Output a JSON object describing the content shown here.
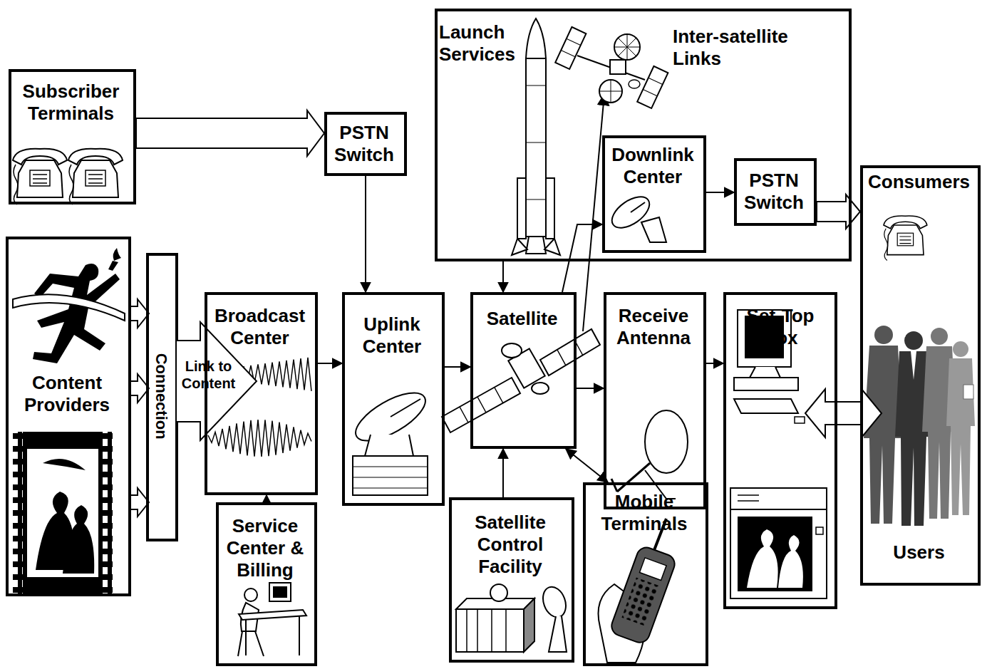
{
  "diagram": {
    "nodes": [
      {
        "text": [
          "Subscriber Terminals"
        ]
      },
      {
        "text": [
          "PSTN Switch"
        ]
      },
      {
        "text": [
          "Launch Services",
          "Inter-satellite Links"
        ]
      },
      {
        "text": [
          "Downlink Center"
        ],
        "in": 2
      },
      {
        "text": [
          "PSTN Switch"
        ],
        "in": 2
      },
      {
        "text": [
          "Consumers",
          "Users"
        ]
      },
      {
        "text": [
          "Content Providers"
        ]
      },
      {
        "text": [
          "Connection"
        ]
      },
      {
        "text": [
          "Link to Content"
        ]
      },
      {
        "text": [
          "Broadcast Center"
        ]
      },
      {
        "text": [
          "Service Center & Billing"
        ]
      },
      {
        "text": [
          "Uplink Center"
        ]
      },
      {
        "text": [
          "Satellite"
        ]
      },
      {
        "text": [
          "Satellite Control Facility"
        ]
      },
      {
        "text": [
          "Receive Antenna"
        ]
      },
      {
        "text": [
          "Mobile Terminals"
        ]
      },
      {
        "text": [
          "Set-Top Box"
        ]
      }
    ],
    "edges": [
      {
        "from": 0,
        "to": 1,
        "arrow": "to"
      },
      {
        "from": 1,
        "to": 11,
        "arrow": "to"
      },
      {
        "from": 6,
        "to": 7,
        "arrow": "to"
      },
      {
        "from": 10,
        "to": 9,
        "arrow": "to"
      },
      {
        "from": 9,
        "to": 11,
        "arrow": "to"
      },
      {
        "from": 11,
        "to": 12,
        "arrow": "to"
      },
      {
        "from": 2,
        "to": 12,
        "arrow": "to"
      },
      {
        "from": 13,
        "to": 12,
        "arrow": "to"
      },
      {
        "from": 12,
        "to": 3,
        "arrow": "to"
      },
      {
        "from": 12,
        "to": 14,
        "arrow": "to"
      },
      {
        "from": 12,
        "to": 15,
        "arrow": "both"
      },
      {
        "from": 14,
        "to": 16,
        "arrow": "to"
      },
      {
        "from": 16,
        "to": 5,
        "arrow": "both"
      },
      {
        "from": 3,
        "to": 4,
        "arrow": "to"
      },
      {
        "from": 4,
        "to": 5,
        "arrow": "to"
      }
    ]
  }
}
